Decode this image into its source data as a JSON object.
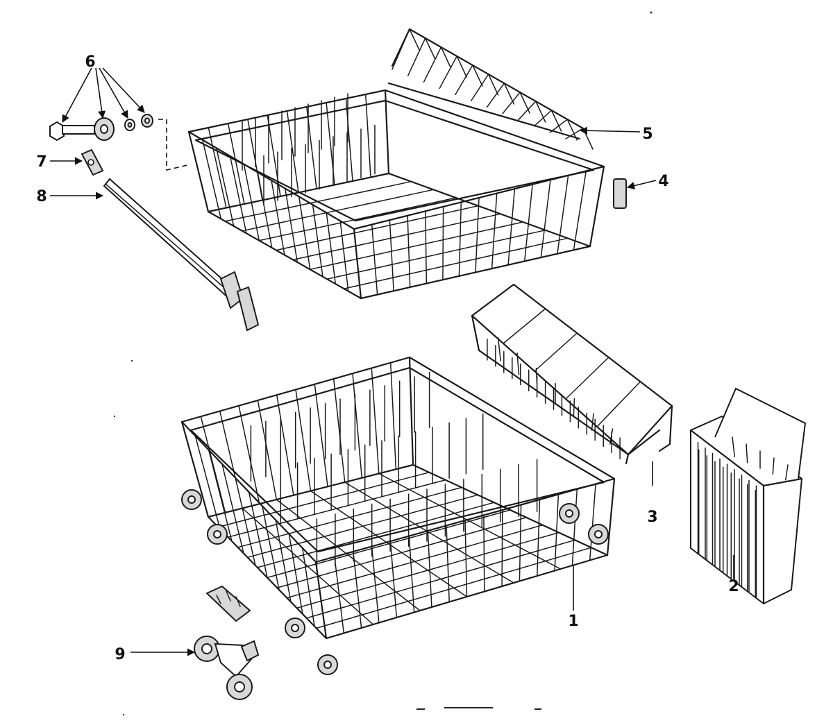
{
  "diagram": {
    "callouts": [
      {
        "id": "1",
        "label": "1"
      },
      {
        "id": "2",
        "label": "2"
      },
      {
        "id": "3",
        "label": "3"
      },
      {
        "id": "4",
        "label": "4"
      },
      {
        "id": "5",
        "label": "5"
      },
      {
        "id": "6",
        "label": "6"
      },
      {
        "id": "7",
        "label": "7"
      },
      {
        "id": "8",
        "label": "8"
      },
      {
        "id": "9",
        "label": "9"
      }
    ],
    "parts": [
      {
        "callout": "1",
        "icon": "lower-dishrack-icon"
      },
      {
        "callout": "2",
        "icon": "silverware-basket-lidded-icon"
      },
      {
        "callout": "3",
        "icon": "silverware-basket-icon"
      },
      {
        "callout": "4",
        "icon": "rack-end-cap-icon"
      },
      {
        "callout": "5",
        "icon": "cup-shelf-icon"
      },
      {
        "callout": "6",
        "icon": "roller-assembly-icon"
      },
      {
        "callout": "7",
        "icon": "rack-clip-icon"
      },
      {
        "callout": "8",
        "icon": "rack-track-icon"
      },
      {
        "callout": "9",
        "icon": "lower-rack-wheel-icon"
      }
    ]
  }
}
